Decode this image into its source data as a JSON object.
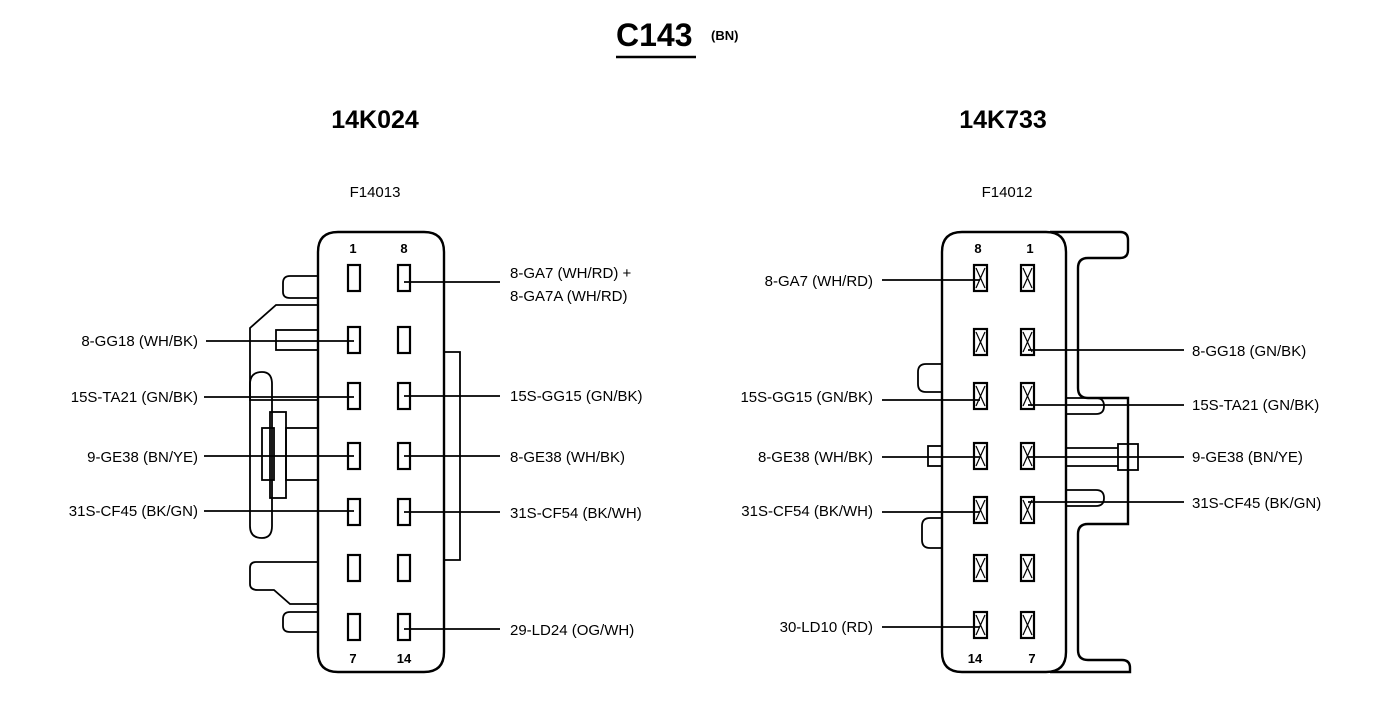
{
  "title": "C143",
  "title_suffix": "(BN)",
  "connectors": [
    {
      "part_number": "14K024",
      "reference": "F14013",
      "corner_numbers": {
        "top_left": "1",
        "top_right": "8",
        "bottom_left": "7",
        "bottom_right": "14"
      },
      "left_labels": [
        "8-GG18 (WH/BK)",
        "15S-TA21 (GN/BK)",
        "9-GE38 (BN/YE)",
        "31S-CF45 (BK/GN)"
      ],
      "right_labels": [
        "8-GA7 (WH/RD) +",
        "8-GA7A (WH/RD)",
        "15S-GG15 (GN/BK)",
        "8-GE38 (WH/BK)",
        "31S-CF54 (BK/WH)",
        "29-LD24 (OG/WH)"
      ]
    },
    {
      "part_number": "14K733",
      "reference": "F14012",
      "corner_numbers": {
        "top_left": "8",
        "top_right": "1",
        "bottom_left": "14",
        "bottom_right": "7"
      },
      "left_labels": [
        "8-GA7 (WH/RD)",
        "15S-GG15 (GN/BK)",
        "8-GE38 (WH/BK)",
        "31S-CF54 (BK/WH)",
        "30-LD10 (RD)"
      ],
      "right_labels": [
        "8-GG18 (GN/BK)",
        "15S-TA21 (GN/BK)",
        "9-GE38 (BN/YE)",
        "31S-CF45 (BK/GN)"
      ]
    }
  ]
}
